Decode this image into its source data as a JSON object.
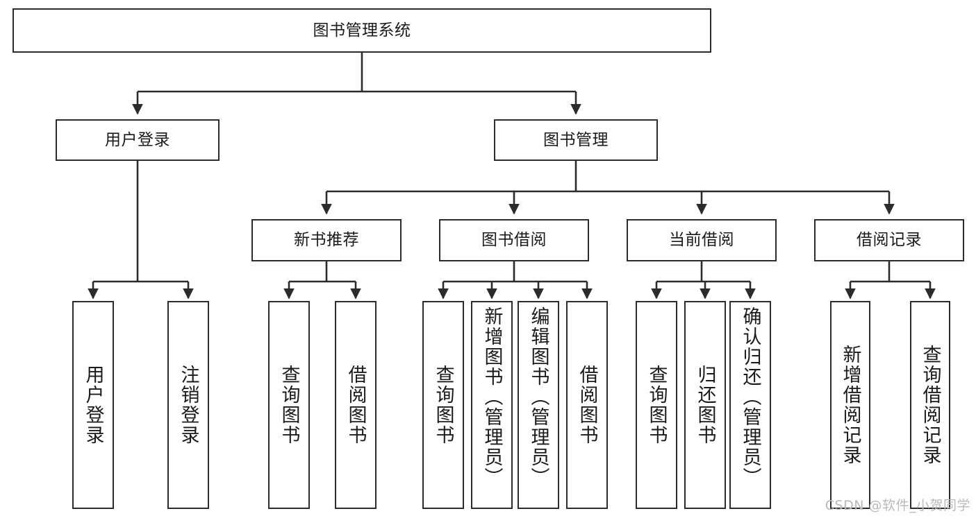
{
  "diagram": {
    "title": "图书管理系统",
    "type": "hierarchy-tree",
    "watermark": "CSDN @软件_小贺同学",
    "colors": {
      "box_border": "#2b2b2b",
      "box_fill": "#ffffff",
      "edge": "#2b2b2b",
      "text": "#1a1a1a",
      "watermark": "#b9b9b9"
    },
    "levels": {
      "root": {
        "label": "图书管理系统"
      },
      "level2": [
        {
          "label": "用户登录"
        },
        {
          "label": "图书管理"
        }
      ],
      "level3": [
        {
          "label": "新书推荐"
        },
        {
          "label": "图书借阅"
        },
        {
          "label": "当前借阅"
        },
        {
          "label": "借阅记录"
        }
      ],
      "leaves": {
        "user_login": [
          {
            "label": "用户登录"
          },
          {
            "label": "注销登录"
          }
        ],
        "new_book_recommend": [
          {
            "label": "查询图书"
          },
          {
            "label": "借阅图书"
          }
        ],
        "book_borrow": [
          {
            "label": "查询图书"
          },
          {
            "label": "新增图书（管理员）"
          },
          {
            "label": "编辑图书（管理员）"
          },
          {
            "label": "借阅图书"
          }
        ],
        "current_borrow": [
          {
            "label": "查询图书"
          },
          {
            "label": "归还图书"
          },
          {
            "label": "确认归还（管理员）"
          }
        ],
        "borrow_record": [
          {
            "label": "新增借阅记录"
          },
          {
            "label": "查询借阅记录"
          }
        ]
      }
    }
  }
}
